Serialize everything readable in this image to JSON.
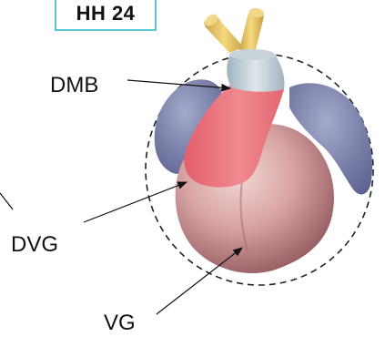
{
  "stage": {
    "label": "HH 24"
  },
  "labels": {
    "dmb": "DMB",
    "dvg": "DVG",
    "vg": "VG"
  },
  "colors": {
    "box_border": "#5bc7d3",
    "atria": "#7e84ad",
    "outflow_segment": "#b8c6d0",
    "vessels": "#e8c25a",
    "dorsal_ventricle_region": "#e9717a",
    "ventricle": "#d29ea0"
  }
}
